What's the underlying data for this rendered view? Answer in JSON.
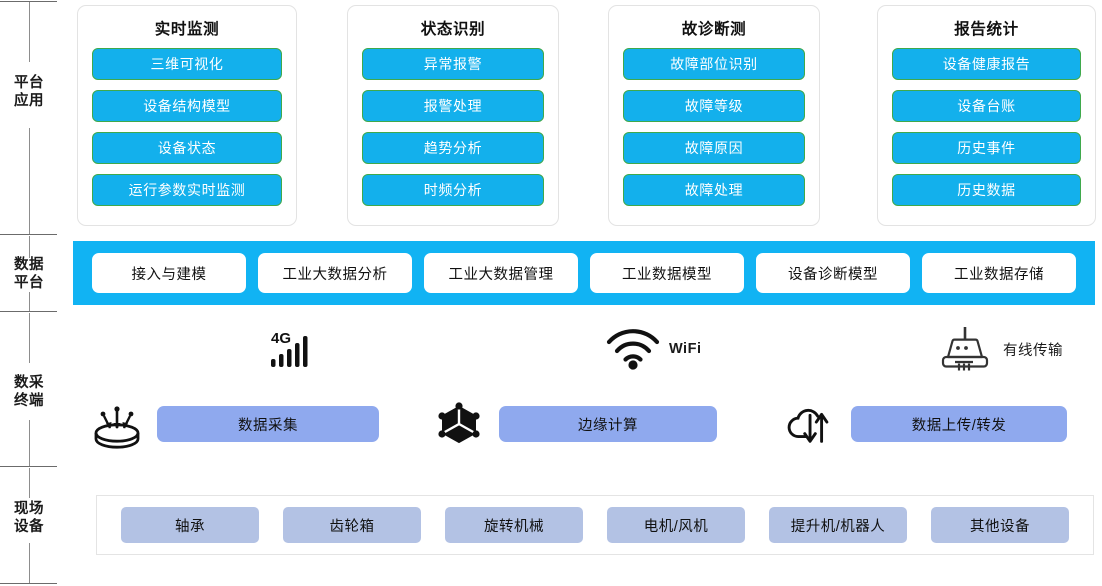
{
  "rail": {
    "sections": [
      {
        "label": "平台\n应用",
        "name": "platform-application"
      },
      {
        "label": "数据\n平台",
        "name": "data-platform"
      },
      {
        "label": "数采\n终端",
        "name": "acquisition-terminal"
      },
      {
        "label": "现场\n设备",
        "name": "field-device"
      }
    ]
  },
  "platform_application": {
    "cards": [
      {
        "title": "实时监测",
        "items": [
          "三维可视化",
          "设备结构模型",
          "设备状态",
          "运行参数实时监测"
        ]
      },
      {
        "title": "状态识别",
        "items": [
          "异常报警",
          "报警处理",
          "趋势分析",
          "时频分析"
        ]
      },
      {
        "title": "故诊断测",
        "items": [
          "故障部位识别",
          "故障等级",
          "故障原因",
          "故障处理"
        ]
      },
      {
        "title": "报告统计",
        "items": [
          "设备健康报告",
          "设备台账",
          "历史事件",
          "历史数据"
        ]
      }
    ]
  },
  "data_platform": {
    "chips": [
      "接入与建模",
      "工业大数据分析",
      "工业大数据管理",
      "工业数据模型",
      "设备诊断模型",
      "工业数据存储"
    ]
  },
  "transport": {
    "items": [
      {
        "icon": "signal-4g-icon",
        "label": "4G"
      },
      {
        "icon": "wifi-icon",
        "label": "WiFi"
      },
      {
        "icon": "router-icon",
        "label": "有线传输"
      }
    ]
  },
  "acquisition_terminal": {
    "groups": [
      {
        "icon": "sensor-icon",
        "label": "数据采集"
      },
      {
        "icon": "cube-node-icon",
        "label": "边缘计算"
      },
      {
        "icon": "cloud-sync-icon",
        "label": "数据上传/转发"
      }
    ]
  },
  "field_device": {
    "chips": [
      "轴承",
      "齿轮箱",
      "旋转机械",
      "电机/风机",
      "提升机/机器人",
      "其他设备"
    ]
  },
  "colors": {
    "app_button": "#13b0ec",
    "app_button_border": "#3fa94c",
    "data_platform_band": "#11b3f3",
    "terminal_chip": "#8fa9ee",
    "field_chip": "#b3c2e4",
    "card_border": "#e3e3e3"
  }
}
